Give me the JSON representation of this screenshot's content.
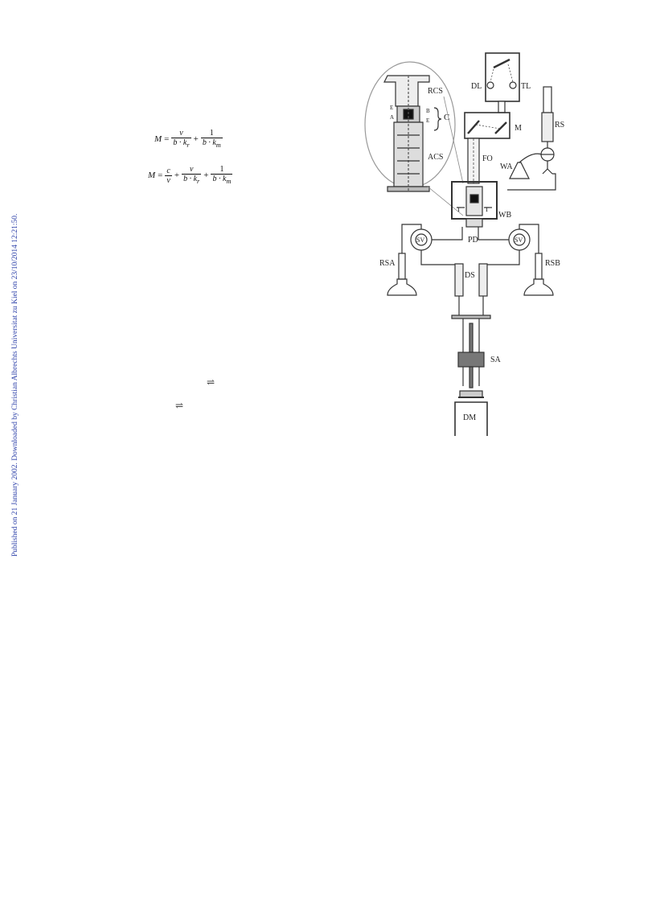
{
  "sidebar": {
    "published_note": "Published on 21 January 2002. Downloaded by Christian Albrechts Universitat zu Kiel on 23/10/2014 12:21:50."
  },
  "equations": {
    "eq1": {
      "lhs": "M",
      "t1_num": "v",
      "t1_den": "b · k",
      "t1_sub": "r",
      "t2_num": "1",
      "t2_den": "b · k",
      "t2_sub": "m"
    },
    "eq2": {
      "lhs": "M",
      "t0_num": "c",
      "t0_den": "v",
      "t1_num": "v",
      "t1_den": "b · k",
      "t1_sub": "r",
      "t2_num": "1",
      "t2_den": "b · k",
      "t2_sub": "m"
    },
    "equilibrium_symbol": "⇌"
  },
  "figure_labels": {
    "RCS": "RCS",
    "C": "C",
    "ACS": "ACS",
    "DL": "DL",
    "TL": "TL",
    "M": "M",
    "RS": "RS",
    "FO": "FO",
    "WA": "WA",
    "T": "T",
    "WB": "WB",
    "PD": "PD",
    "SV": "SV",
    "RSA": "RSA",
    "RSB": "RSB",
    "DS": "DS",
    "SA": "SA",
    "DM": "DM",
    "E": "E",
    "A": "A",
    "B": "B"
  }
}
